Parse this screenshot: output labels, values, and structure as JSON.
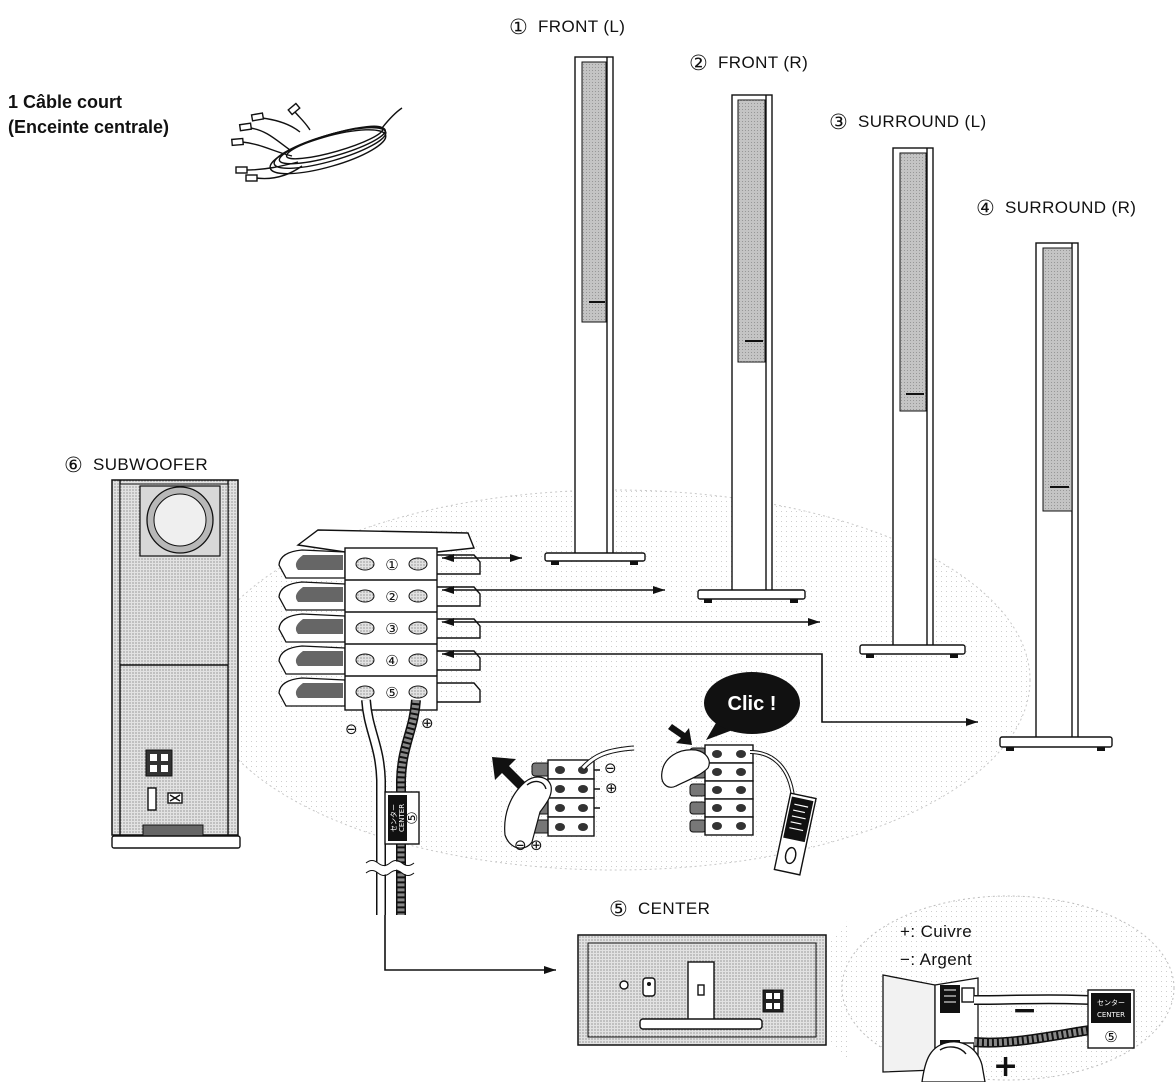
{
  "cable": {
    "line1": "1 Câble court",
    "line2": "(Enceinte centrale)"
  },
  "speakers": {
    "front_l": {
      "num": "①",
      "label": "FRONT (L)"
    },
    "front_r": {
      "num": "②",
      "label": "FRONT (R)"
    },
    "surround_l": {
      "num": "③",
      "label": "SURROUND (L)"
    },
    "surround_r": {
      "num": "④",
      "label": "SURROUND (R)"
    },
    "center": {
      "num": "⑤",
      "label": "CENTER"
    },
    "subwoofer": {
      "num": "⑥",
      "label": "SUBWOOFER"
    }
  },
  "terminals": [
    "①",
    "②",
    "③",
    "④",
    "⑤"
  ],
  "polarity": {
    "minus": "⊖",
    "plus": "⊕"
  },
  "tag": {
    "jp": "センター",
    "en": "CENTER",
    "num": "⑤"
  },
  "click": "Clic !",
  "legend": {
    "plus": "+: Cuivre",
    "minus": "−: Argent"
  },
  "zoom_signs": {
    "minus": "−",
    "plus": "+"
  },
  "colors": {
    "ink": "#111111",
    "grille": "#c4c4c4",
    "bubble": "#111111",
    "bubble_text": "#ffffff",
    "background": "#ffffff"
  }
}
